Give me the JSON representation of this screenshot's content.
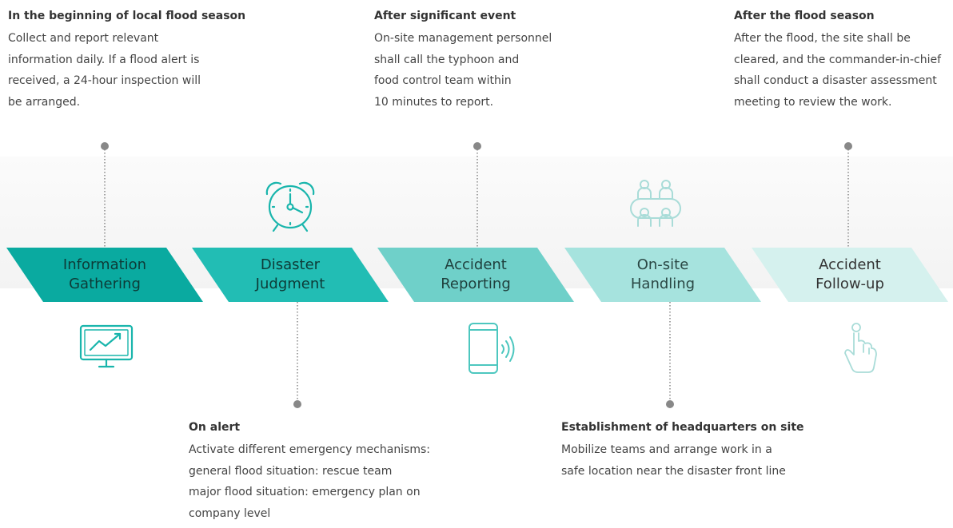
{
  "steps": [
    {
      "label": "Information\nGathering",
      "fill": "#0aaaa0",
      "text_color": "#0d3b37",
      "icon": "monitor-chart-icon"
    },
    {
      "label": "Disaster\nJudgment",
      "fill": "#22bdb4",
      "text_color": "#0d3b37",
      "icon": "alarm-clock-icon"
    },
    {
      "label": "Accident\nReporting",
      "fill": "#6fd0c9",
      "text_color": "#1f3f3c",
      "icon": "phone-calling-icon"
    },
    {
      "label": "On-site\nHandling",
      "fill": "#a6e3de",
      "text_color": "#2a4744",
      "icon": "meeting-table-icon"
    },
    {
      "label": "Accident\nFollow-up",
      "fill": "#d5f1ee",
      "text_color": "#333333",
      "icon": "tap-finger-icon"
    }
  ],
  "notes": {
    "flood_season_start": {
      "title": "In the beginning of local flood season",
      "body": "Collect and report relevant\ninformation daily. If a flood alert is\nreceived, a 24-hour inspection will\nbe arranged."
    },
    "significant_event": {
      "title": "After significant event",
      "body": "On-site management personnel\nshall call the typhoon and\nfood control team within\n10 minutes to report."
    },
    "flood_season_end": {
      "title": "After the flood season",
      "body": "After the flood, the site shall be\ncleared, and the commander-in-chief\nshall conduct a disaster assessment\nmeeting to review the work."
    },
    "on_alert": {
      "title": "On alert",
      "body": "Activate different emergency mechanisms:\ngeneral flood situation: rescue team\nmajor flood situation: emergency plan on\ncompany level"
    },
    "headquarters": {
      "title": "Establishment of headquarters on site",
      "body": "Mobilize teams and arrange work in a\nsafe location near the disaster front line"
    }
  },
  "colors": {
    "connector": "#888888",
    "icon_teal": "#19b5ac",
    "icon_light": "#4dc7bf",
    "icon_pale": "#a9dcd8"
  }
}
